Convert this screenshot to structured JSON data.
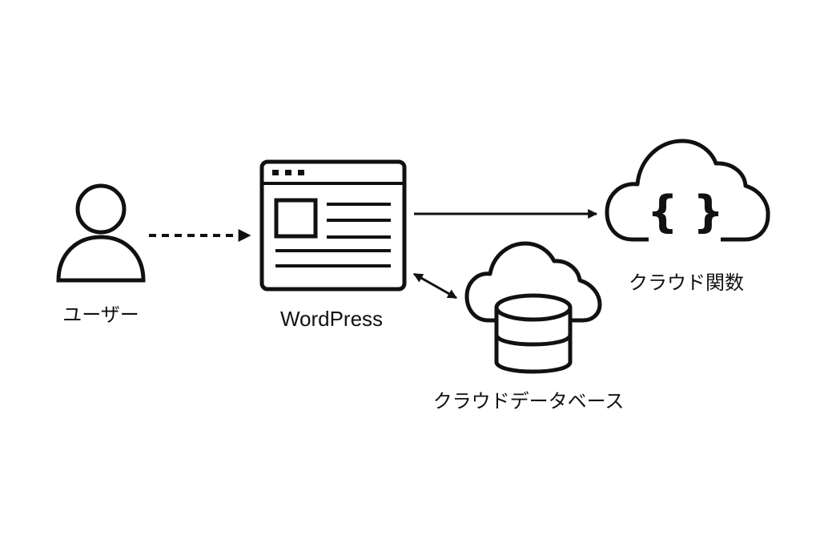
{
  "diagram": {
    "stroke_color": "#111111",
    "background": "#ffffff",
    "nodes": {
      "user": {
        "label": "ユーザー",
        "icon": "user-icon"
      },
      "wordpress": {
        "label": "WordPress",
        "icon": "browser-window-icon"
      },
      "cloud_function": {
        "label": "クラウド関数",
        "icon": "cloud-code-icon",
        "glyph": "{ }"
      },
      "cloud_database": {
        "label": "クラウドデータベース",
        "icon": "cloud-database-icon"
      }
    },
    "edges": [
      {
        "from": "user",
        "to": "wordpress",
        "style": "dashed",
        "direction": "forward"
      },
      {
        "from": "wordpress",
        "to": "cloud_function",
        "style": "solid",
        "direction": "forward"
      },
      {
        "from": "wordpress",
        "to": "cloud_database",
        "style": "solid",
        "direction": "bidirectional"
      }
    ]
  }
}
